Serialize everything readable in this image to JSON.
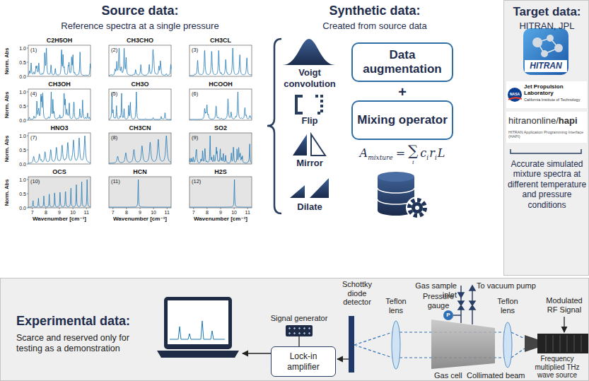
{
  "diagram": {
    "nodes": [
      {
        "text": [
          "Data augmentation"
        ]
      },
      {
        "text": [
          "Mixing operator"
        ]
      },
      {
        "text": [
          "Target data:",
          "HITRAN, JPL",
          "Accurate simulated mixture spectra at different temperature and pressure conditions"
        ]
      },
      {
        "text": [
          "Experimental data:",
          "Scarce and reserved only for testing as a demonstration"
        ]
      },
      {
        "text": [
          "Signal generator"
        ],
        "in": 3
      },
      {
        "text": [
          "Lock-in amplifier"
        ],
        "in": 3
      }
    ],
    "edges": [
      {
        "from": 4,
        "to": 5,
        "arrow": "none"
      }
    ],
    "labels": [
      "Source data:",
      "Reference spectra at a single pressure",
      "Synthetic data:",
      "Created from source data",
      "Voigt convolution",
      "Flip",
      "Mirror",
      "Dilate",
      "+",
      "A",
      "mixture",
      "=",
      "∑",
      "i",
      "c",
      "i",
      "r",
      "i",
      "L",
      "HITRAN",
      "NASA",
      "Jet Propulsion Laboratory",
      "California Institute of Technology",
      "hitranonline/",
      "hapi",
      "HITRAN Application Programming Interface (HAPI)",
      "Gas sample inlet",
      "To vacuum pump",
      "Pressure gauge",
      "P",
      "Schottky diode detector",
      "Teflon lens",
      "Teflon lens",
      "Modulated RF Signal",
      "Gas cell",
      "Collimated beam",
      "Frequency multiplied THz wave source",
      "C2H5OH",
      "(1)",
      "CH3CHO",
      "(2)",
      "CH3CL",
      "(3)",
      "CH3OH",
      "(4)",
      "CH3O",
      "(5)",
      "HCOOH",
      "(6)",
      "HNO3",
      "(7)",
      "CH3CN",
      "(8)",
      "SO2",
      "(9)",
      "OCS",
      "(10)",
      "HCN",
      "(11)",
      "H2S",
      "(12)",
      "Norm. Abs",
      "1.0",
      "0.5",
      "0.0",
      "Norm. Abs",
      "1.0",
      "0.5",
      "0.0",
      "Norm. Abs",
      "1.0",
      "0.5",
      "0.0",
      "Norm. Abs",
      "1.0",
      "0.5",
      "0.0",
      "7",
      "8",
      "9",
      "10",
      "11",
      "Wavenumber [cm⁻¹]",
      "7",
      "8",
      "9",
      "10",
      "11",
      "Wavenumber [cm⁻¹]",
      "7",
      "8",
      "9",
      "10",
      "11",
      "Wavenumber [cm⁻¹]"
    ]
  }
}
